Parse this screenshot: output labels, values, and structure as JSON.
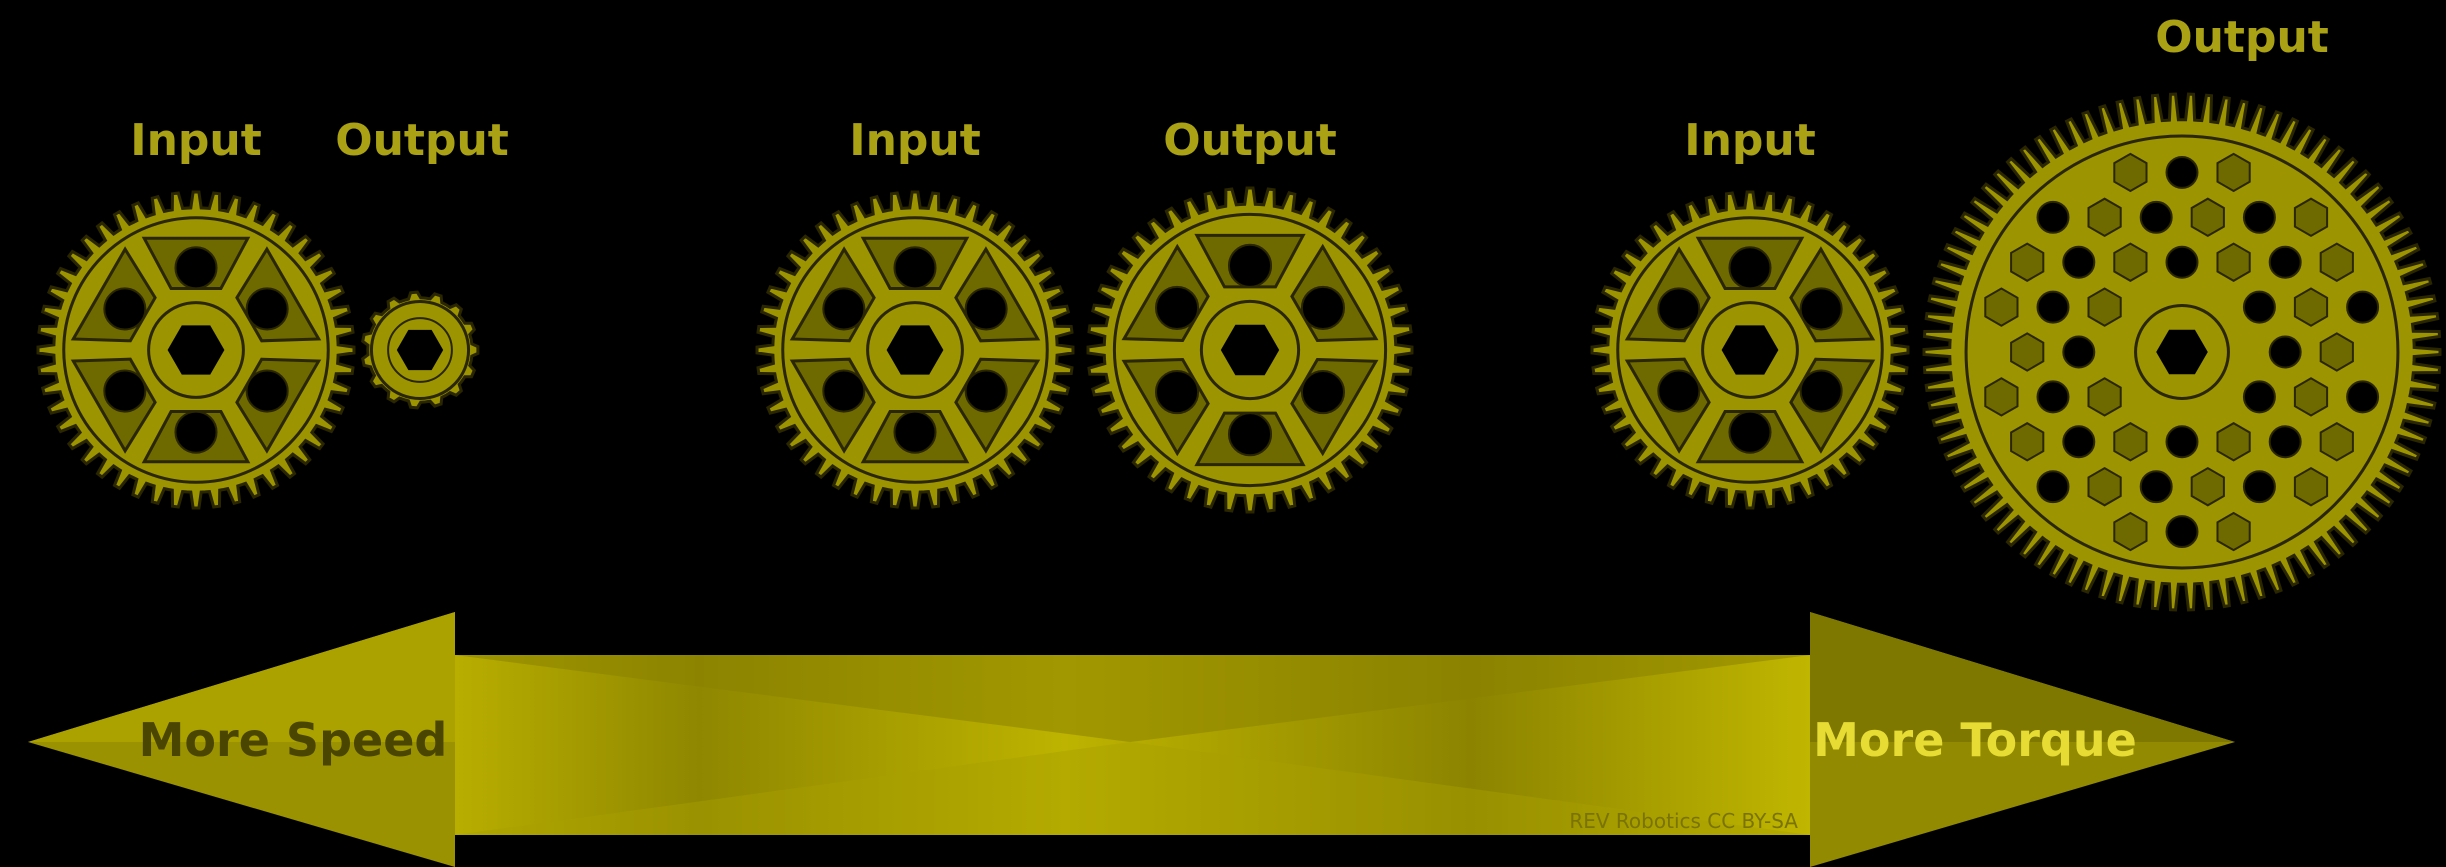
{
  "colors": {
    "background": "#000000",
    "gear_fill": "#9c9400",
    "gear_outline": "#2a2600",
    "gear_shade": "#6f6a00",
    "label_olive": "#aaa115",
    "arrow_bright": "#c1b700",
    "arrow_dark": "#5a5600",
    "text_dark": "#4a4500",
    "text_bright": "#e6dc33"
  },
  "pairs": [
    {
      "name": "speed-pair",
      "input": {
        "label": "Input",
        "teeth": 48
      },
      "output": {
        "label": "Output",
        "teeth": 15
      }
    },
    {
      "name": "equal-pair",
      "input": {
        "label": "Input",
        "teeth": 48
      },
      "output": {
        "label": "Output",
        "teeth": 48
      }
    },
    {
      "name": "torque-pair",
      "input": {
        "label": "Input",
        "teeth": 48
      },
      "output": {
        "label": "Output",
        "teeth": 90
      }
    }
  ],
  "arrow": {
    "left_label": "More Speed",
    "right_label": "More Torque",
    "credit": "REV Robotics   CC BY-SA"
  }
}
